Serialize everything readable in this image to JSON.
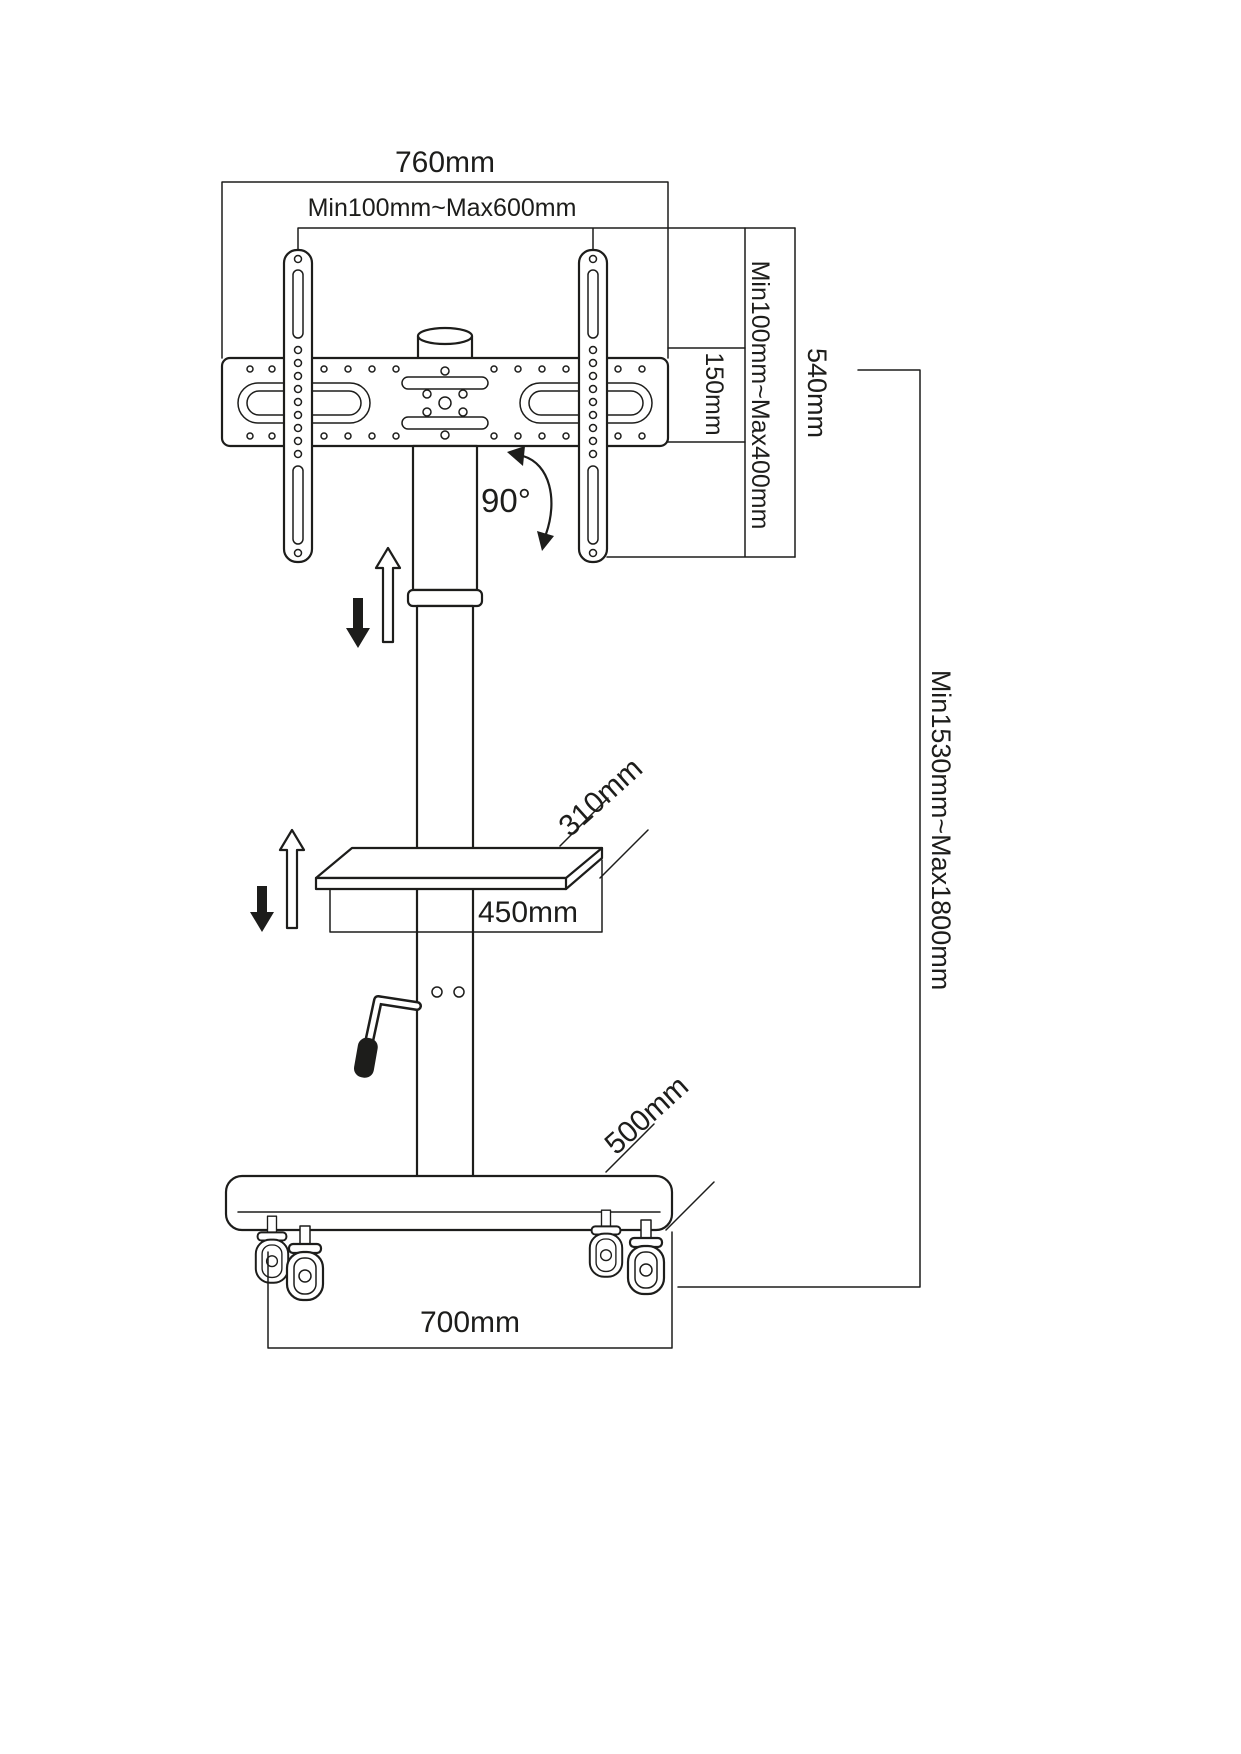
{
  "diagram": {
    "colors": {
      "line": "#1d1d1b",
      "background": "#ffffff"
    },
    "labels": {
      "top_width": "760mm",
      "bracket_width_range": "Min100mm~Max600mm",
      "rail_height": "150mm",
      "bracket_height_range": "Min100mm~Max400mm",
      "bracket_total_height": "540mm",
      "swivel_angle": "90°",
      "overall_height_range": "Min1530mm~Max1800mm",
      "shelf_depth": "310mm",
      "shelf_width": "450mm",
      "base_depth": "500mm",
      "base_width": "700mm"
    }
  }
}
